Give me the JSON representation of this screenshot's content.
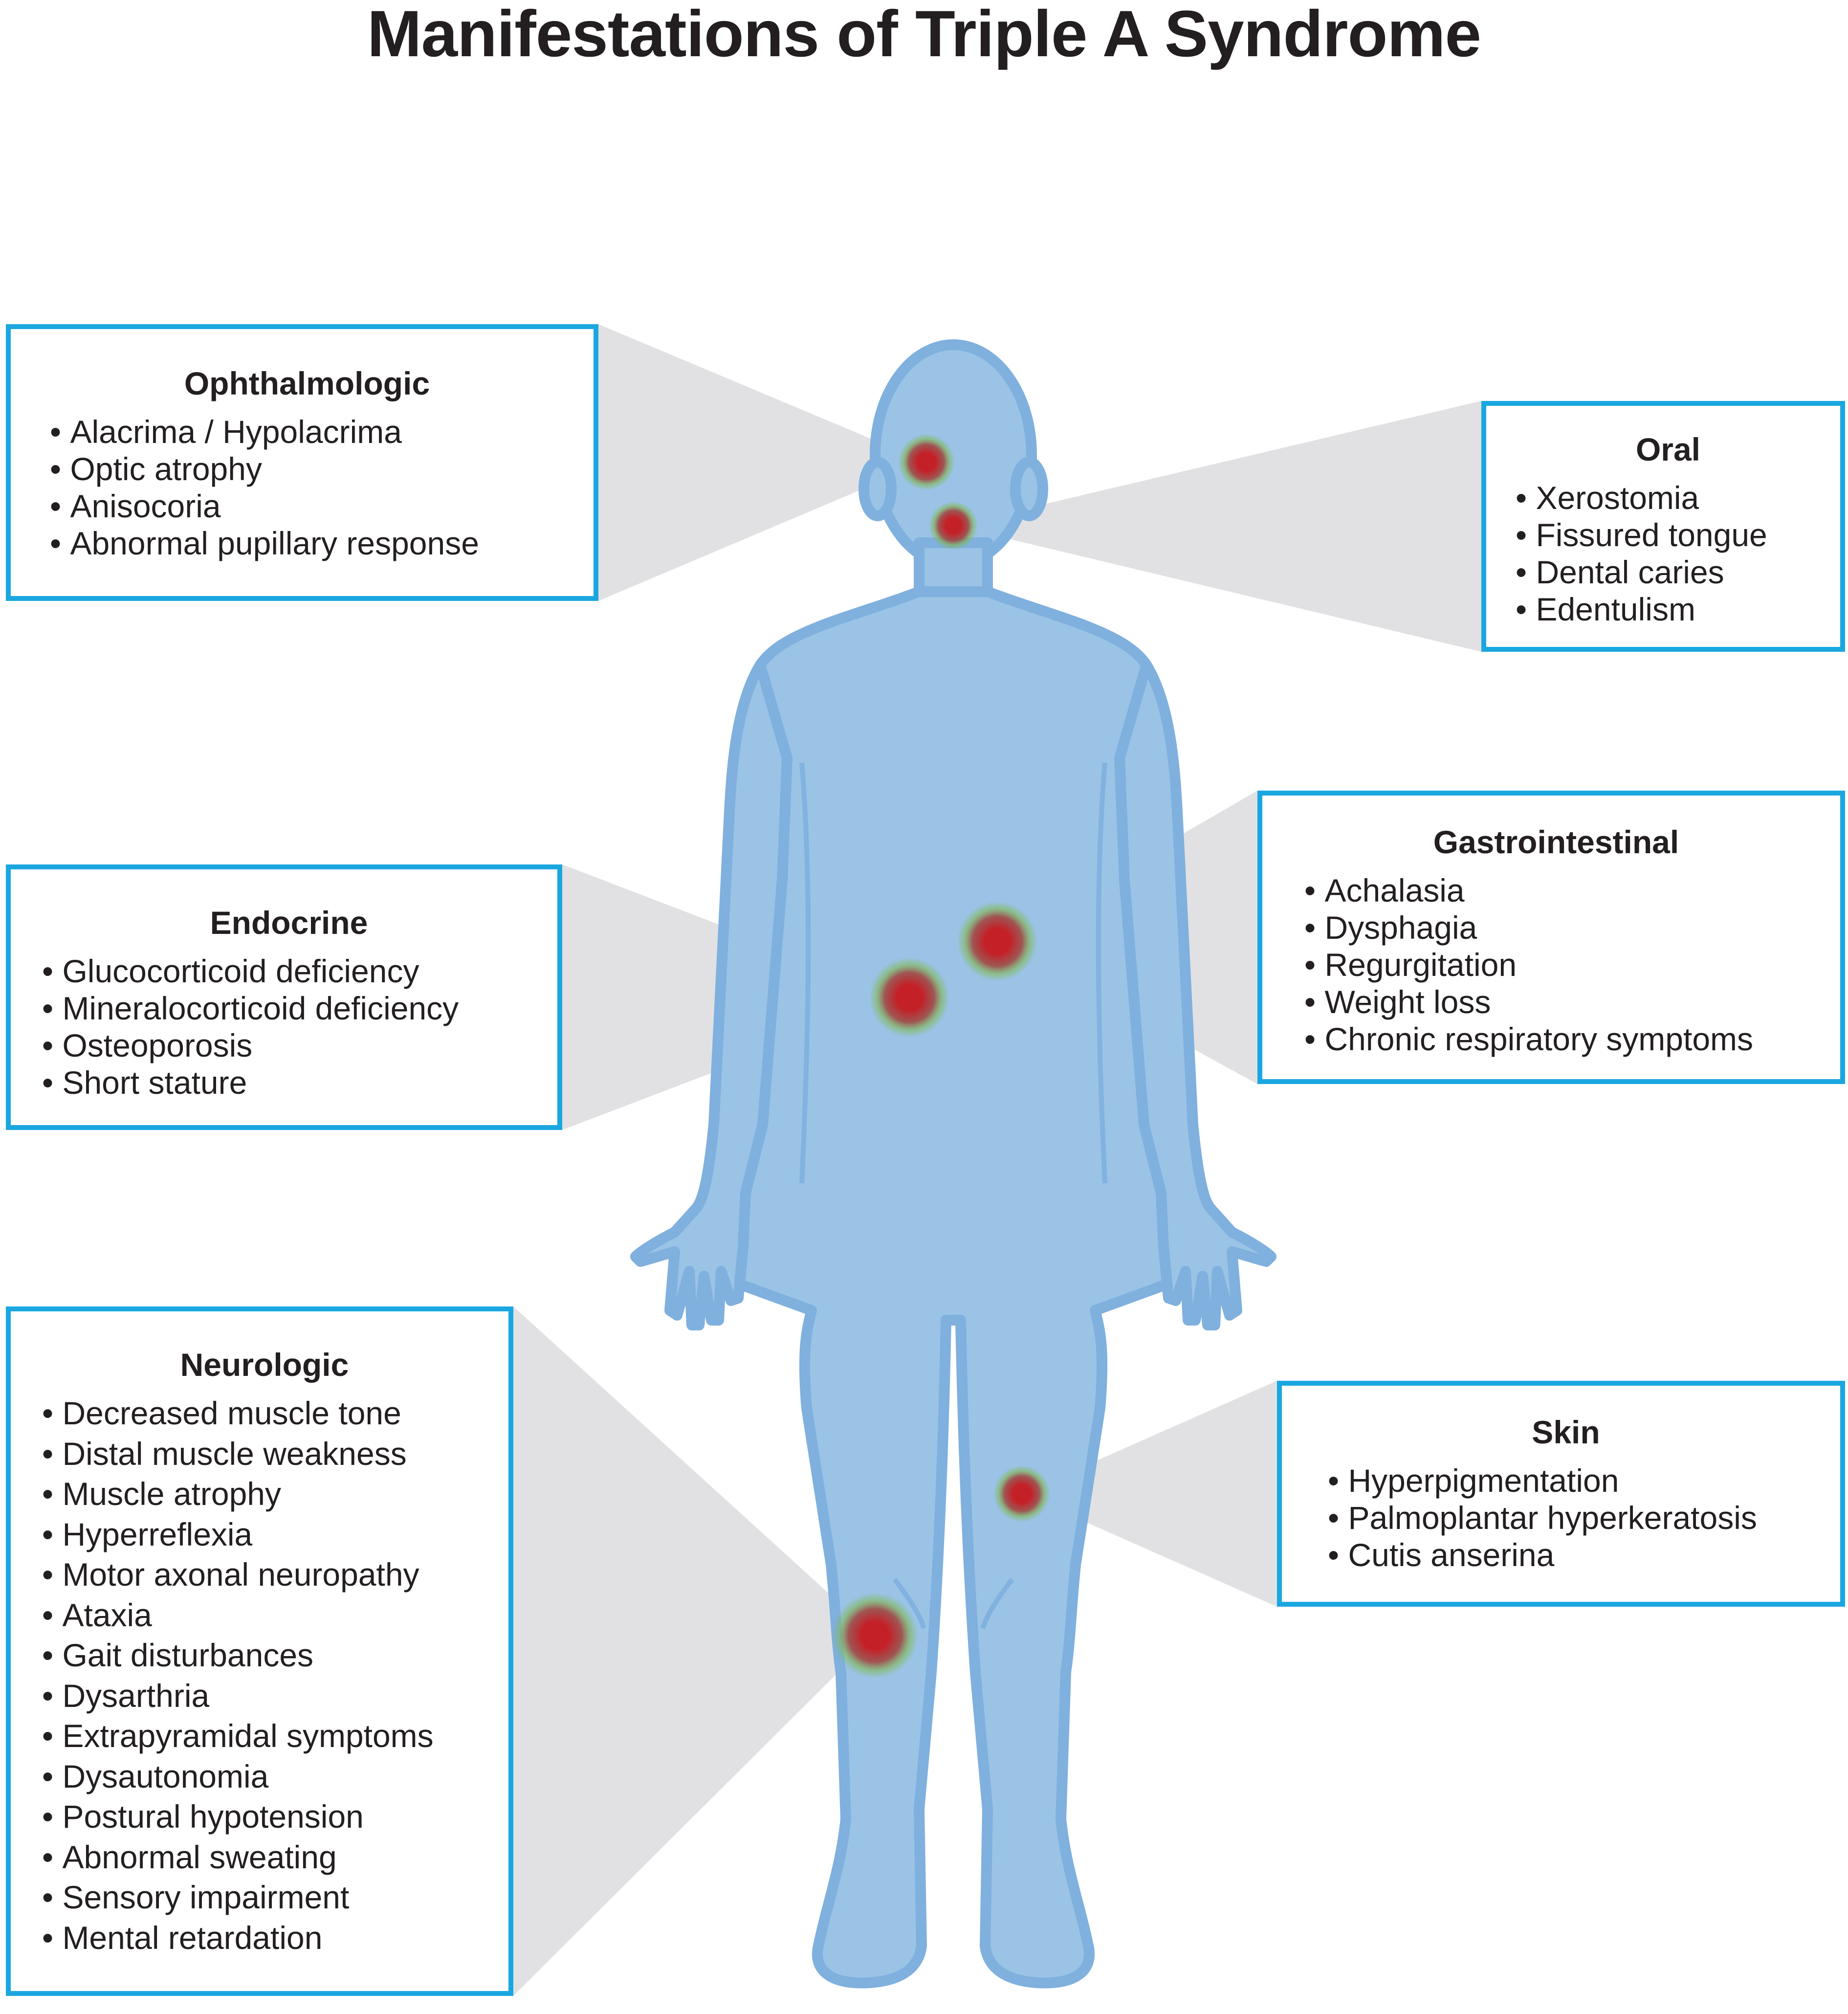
{
  "title": "Manifestations of Triple A Syndrome",
  "colors": {
    "box_border": "#1aa7e0",
    "body_fill": "#9ac3e6",
    "body_edge": "#7fb0de",
    "callout_wedge": "#dcdcde",
    "lesion_core": "#c42027",
    "lesion_halo": "#7fb845",
    "text": "#231f20"
  },
  "sections": {
    "ophthalmologic": {
      "heading": "Ophthalmologic",
      "items": [
        "Alacrima / Hypolacrima",
        "Optic atrophy",
        "Anisocoria",
        "Abnormal pupillary response"
      ]
    },
    "oral": {
      "heading": "Oral",
      "items": [
        "Xerostomia",
        "Fissured tongue",
        "Dental caries",
        "Edentulism"
      ]
    },
    "endocrine": {
      "heading": "Endocrine",
      "items": [
        "Glucocorticoid deficiency",
        "Mineralocorticoid deficiency",
        "Osteoporosis",
        "Short stature"
      ]
    },
    "gastrointestinal": {
      "heading": "Gastrointestinal",
      "items": [
        "Achalasia",
        "Dysphagia",
        "Regurgitation",
        "Weight loss",
        "Chronic respiratory symptoms"
      ]
    },
    "neurologic": {
      "heading": "Neurologic",
      "items": [
        "Decreased muscle tone",
        "Distal muscle weakness",
        "Muscle atrophy",
        "Hyperreflexia",
        "Motor axonal neuropathy",
        "Ataxia",
        "Gait disturbances",
        "Dysarthria",
        "Extrapyramidal symptoms",
        "Dysautonomia",
        "Postural hypotension",
        "Abnormal sweating",
        "Sensory impairment",
        "Mental retardation"
      ]
    },
    "skin": {
      "heading": "Skin",
      "items": [
        "Hyperpigmentation",
        "Palmoplantar hyperkeratosis",
        "Cutis anserina"
      ]
    }
  }
}
